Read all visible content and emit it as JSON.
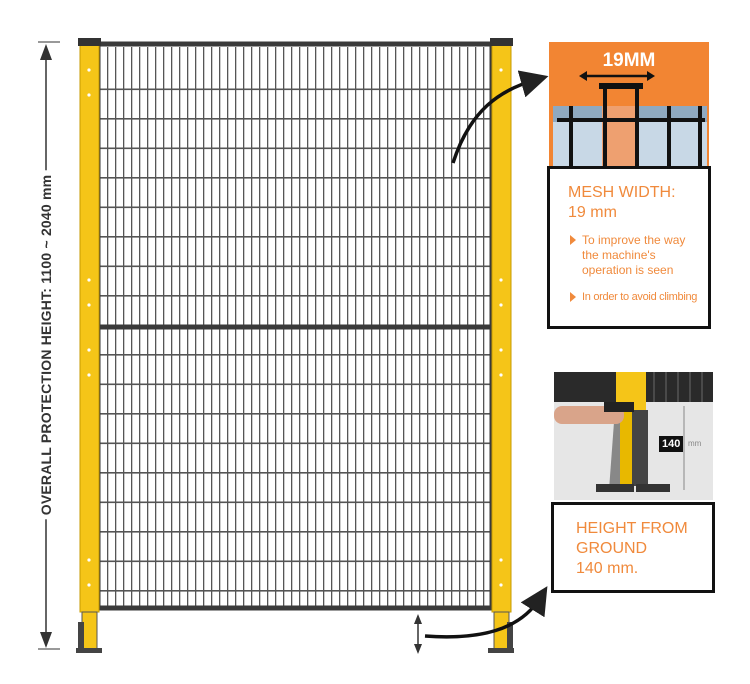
{
  "height_dimension": {
    "label": "OVERALL PROTECTION HEIGHT: 1100 ~ 2040 mm"
  },
  "mesh_detail": {
    "image_label": "19MM",
    "title_line1": "MESH WIDTH:",
    "title_line2": "19 mm",
    "bullets": [
      "To improve the way the machine's operation is seen",
      "In order to avoid climbing"
    ]
  },
  "ground_detail": {
    "image_label": "140",
    "image_unit": "mm",
    "title_line1": "HEIGHT FROM",
    "title_line2": "GROUND",
    "title_line3": "140 mm."
  },
  "colors": {
    "accent": "#f08a3c",
    "post": "#f5c518",
    "frame": "#3a3a3a",
    "orange_bg": "#f28533"
  }
}
